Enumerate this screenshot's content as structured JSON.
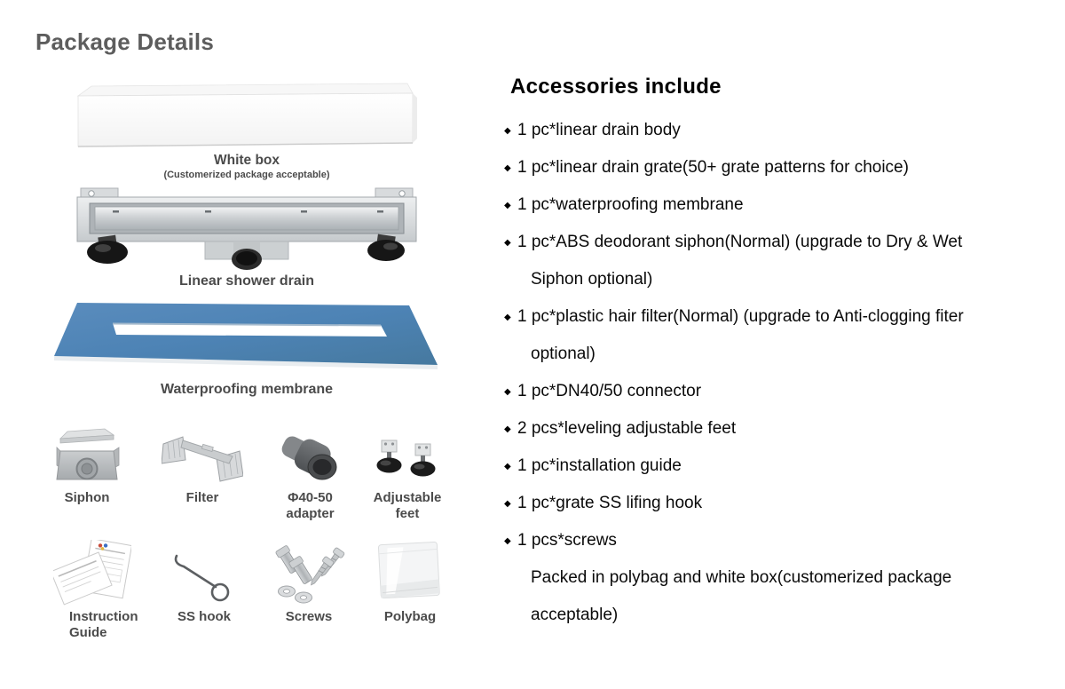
{
  "page": {
    "title": "Package Details"
  },
  "products": {
    "white_box": {
      "label": "White box",
      "note": "(Customerized package acceptable)"
    },
    "linear_drain": {
      "label": "Linear shower drain"
    },
    "membrane": {
      "label": "Waterproofing membrane",
      "color": "#4d83b5"
    }
  },
  "accessories_grid": {
    "siphon": {
      "lines": [
        "Siphon"
      ]
    },
    "filter": {
      "lines": [
        "Filter"
      ]
    },
    "adapter": {
      "lines": [
        "Φ40-50",
        "adapter"
      ]
    },
    "feet": {
      "lines": [
        "Adjustable",
        "feet"
      ]
    },
    "instruction": {
      "lines": [
        "Instruction",
        "Guide"
      ]
    },
    "hook": {
      "lines": [
        "SS hook"
      ]
    },
    "screws": {
      "lines": [
        "Screws"
      ]
    },
    "polybag": {
      "lines": [
        "Polybag"
      ]
    }
  },
  "accessories": {
    "heading": "Accessories include",
    "bullet": "◆",
    "items": [
      "1 pc*linear drain body",
      "1 pc*linear drain grate(50+ grate patterns for choice)",
      "1 pc*waterproofing membrane",
      "1 pc*ABS deodorant siphon(Normal) (upgrade to Dry & Wet Siphon optional)",
      "1 pc*plastic hair filter(Normal) (upgrade to Anti-clogging fiter optional)",
      "1 pc*DN40/50 connector",
      "2 pcs*leveling adjustable feet",
      "1 pc*installation guide",
      "1 pc*grate SS lifing hook",
      "1 pcs*screws"
    ],
    "footer": "Packed in polybag and white box(customerized package acceptable)"
  }
}
